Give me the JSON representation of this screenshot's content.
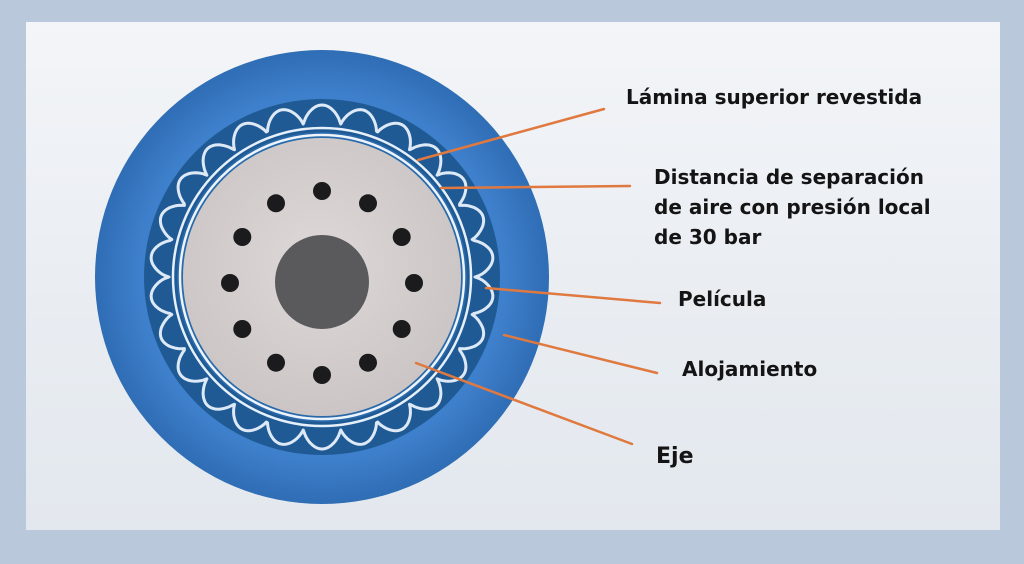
{
  "colors": {
    "frame_border": "#b9c8da",
    "housing_blue": "#3d7dc9",
    "dark_blue": "#1f5a95",
    "foil_white": "#dde9f6",
    "shaft_face": "#d3cfce",
    "hub": "#5a5a5d",
    "holes": "#1b1b1d",
    "leader_orange": "#e0793f"
  },
  "labels": {
    "lamina": "Lámina superior revestida",
    "distancia_1": "Distancia de separación",
    "distancia_2": "de aire con presión  local",
    "distancia_3": "de 30 bar",
    "pelicula": "Película",
    "alojamiento": "Alojamiento",
    "eje": "Eje"
  }
}
